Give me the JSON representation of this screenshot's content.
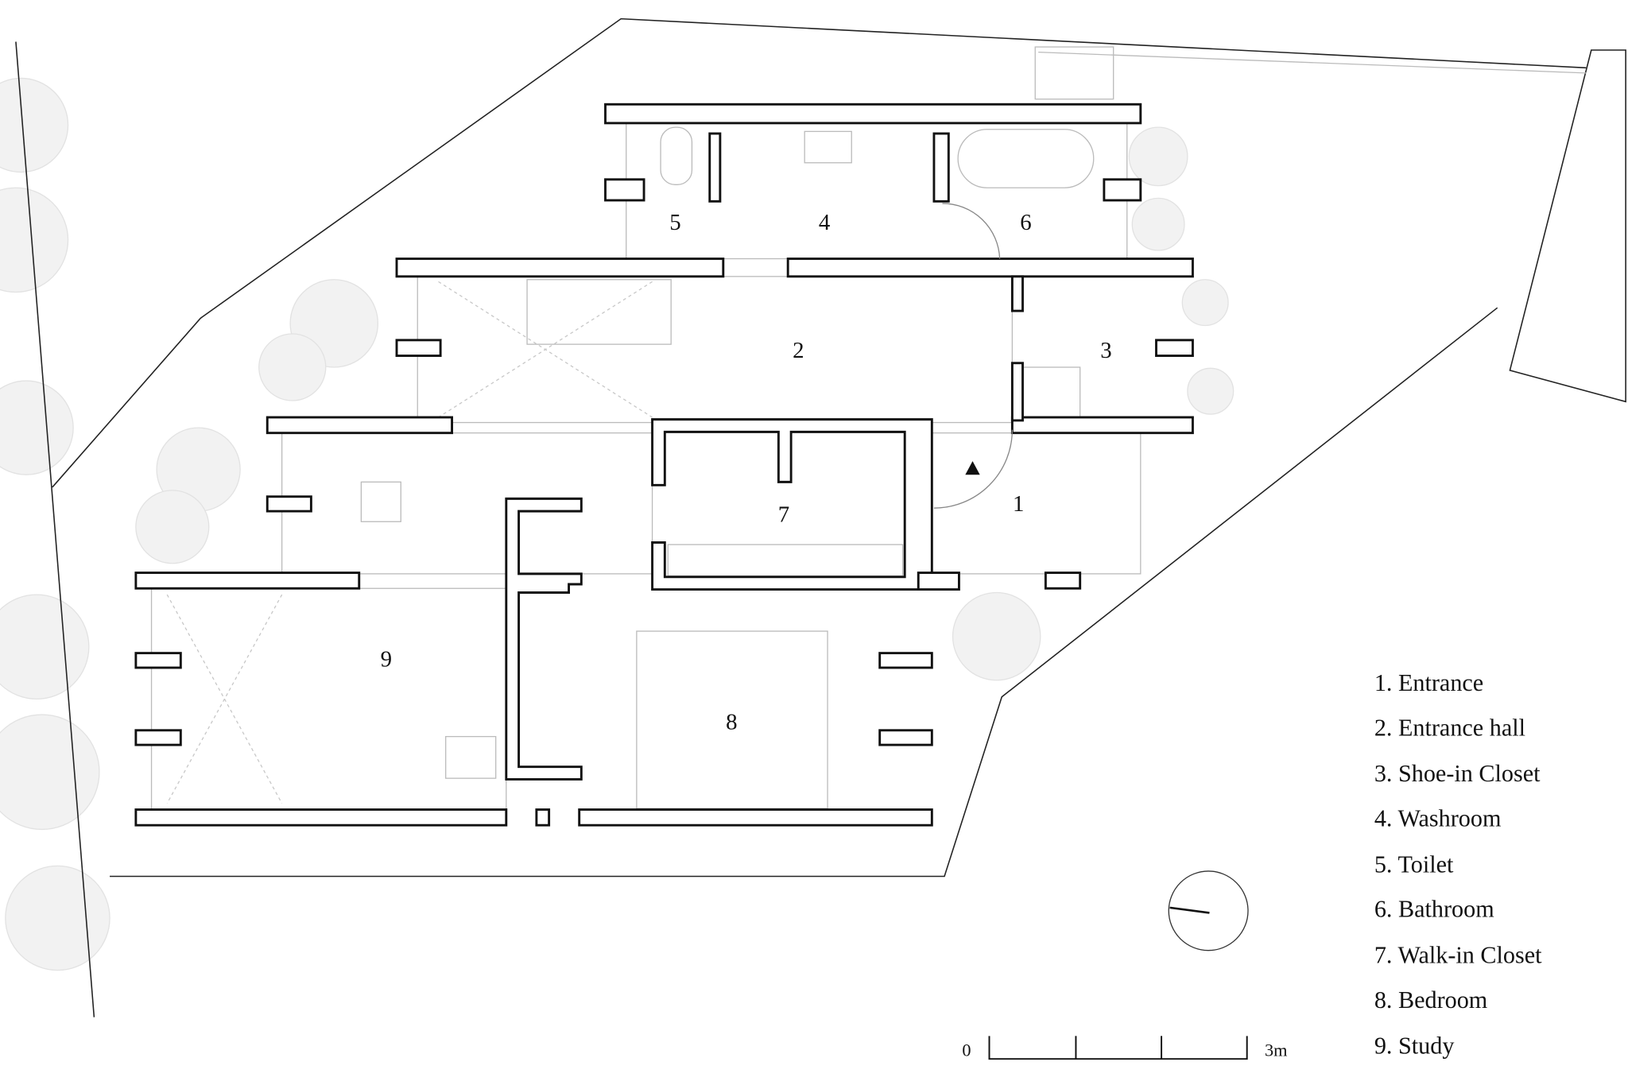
{
  "rooms": [
    {
      "num": "1",
      "name": "Entrance"
    },
    {
      "num": "2",
      "name": "Entrance hall"
    },
    {
      "num": "3",
      "name": "Shoe-in Closet"
    },
    {
      "num": "4",
      "name": "Washroom"
    },
    {
      "num": "5",
      "name": "Toilet"
    },
    {
      "num": "6",
      "name": "Bathroom"
    },
    {
      "num": "7",
      "name": "Walk-in Closet"
    },
    {
      "num": "8",
      "name": "Bedroom"
    },
    {
      "num": "9",
      "name": "Study"
    }
  ],
  "legend": [
    "1. Entrance",
    "2. Entrance hall",
    "3. Shoe-in Closet",
    "4. Washroom",
    "5. Toilet",
    "6. Bathroom",
    "7. Walk-in Closet",
    "8. Bedroom",
    "9. Study"
  ],
  "scale_bar": {
    "start": "0",
    "end": "3m"
  }
}
